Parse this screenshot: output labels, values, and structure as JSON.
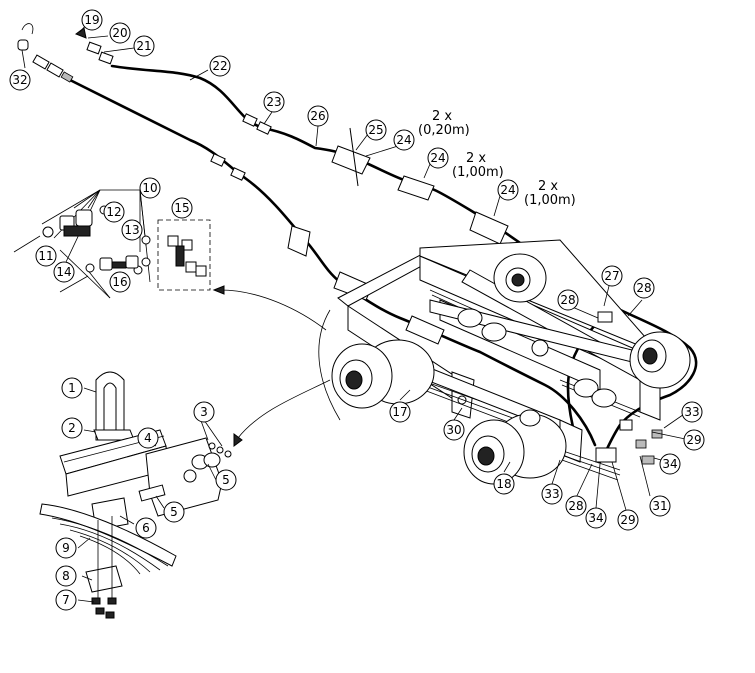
{
  "callouts": {
    "c1": "1",
    "c2": "2",
    "c3": "3",
    "c4": "4",
    "c5a": "5",
    "c5b": "5",
    "c6": "6",
    "c7": "7",
    "c8": "8",
    "c9": "9",
    "c10": "10",
    "c11": "11",
    "c12": "12",
    "c13": "13",
    "c14": "14",
    "c15": "15",
    "c16": "16",
    "c17": "17",
    "c18": "18",
    "c19": "19",
    "c20": "20",
    "c21": "21",
    "c22": "22",
    "c23": "23",
    "c24a": "24",
    "c24b": "24",
    "c24c": "24",
    "c25": "25",
    "c26": "26",
    "c27": "27",
    "c28a": "28",
    "c28b": "28",
    "c29a": "29",
    "c29b": "29",
    "c30": "30",
    "c31": "31",
    "c32": "32",
    "c33a": "33",
    "c33b": "33",
    "c34a": "34",
    "c34b": "34"
  },
  "notes": {
    "n1_qty": "2 x",
    "n1_len": "(0,20m)",
    "n2_qty": "2 x",
    "n2_len": "(1,00m)",
    "n3_qty": "2 x",
    "n3_len": "(1,00m)"
  }
}
